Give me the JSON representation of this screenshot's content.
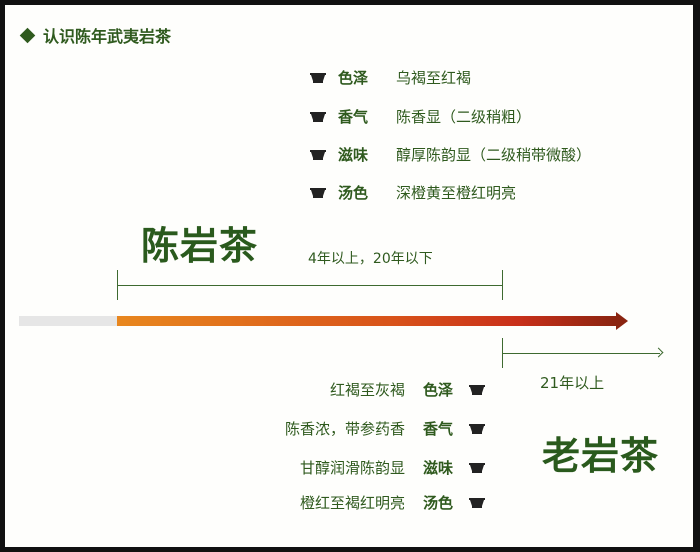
{
  "title": "认识陈年武夷岩茶",
  "colors": {
    "green": "#2f5a1e",
    "bar_start": "#e8821c",
    "bar_mid": "#d6341a",
    "bar_end": "#8a2410",
    "bar_gray": "#e6e6e6"
  },
  "chen": {
    "name": "陈岩茶",
    "range": "4年以上，20年以下",
    "attrs": [
      {
        "key": "色泽",
        "value": "乌褐至红褐"
      },
      {
        "key": "香气",
        "value": "陈香显（二级稍粗）"
      },
      {
        "key": "滋味",
        "value": "醇厚陈韵显（二级稍带微酸）"
      },
      {
        "key": "汤色",
        "value": "深橙黄至橙红明亮"
      }
    ]
  },
  "lao": {
    "name": "老岩茶",
    "range": "21年以上",
    "attrs": [
      {
        "key": "色泽",
        "value": "红褐至灰褐"
      },
      {
        "key": "香气",
        "value": "陈香浓，带参药香"
      },
      {
        "key": "滋味",
        "value": "甘醇润滑陈韵显"
      },
      {
        "key": "汤色",
        "value": "橙红至褐红明亮"
      }
    ]
  }
}
